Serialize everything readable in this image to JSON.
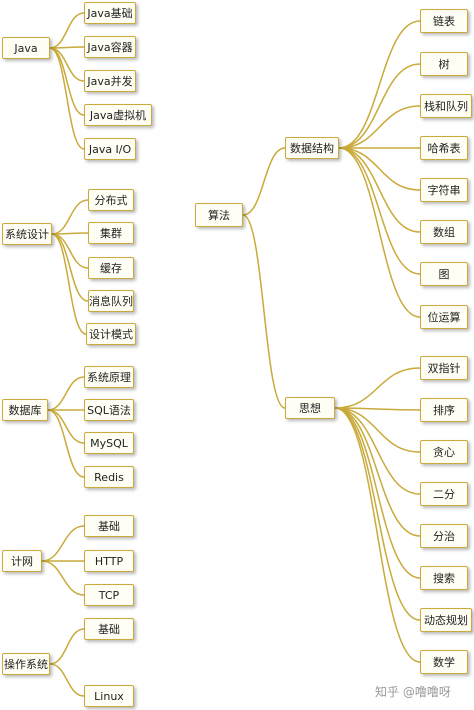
{
  "left_groups": [
    {
      "id": "java",
      "label": "Java",
      "children": [
        "Java基础",
        "Java容器",
        "Java并发",
        "Java虚拟机",
        "Java I/O"
      ]
    },
    {
      "id": "system-design",
      "label": "系统设计",
      "children": [
        "分布式",
        "集群",
        "缓存",
        "消息队列",
        "设计模式"
      ]
    },
    {
      "id": "database",
      "label": "数据库",
      "children": [
        "系统原理",
        "SQL语法",
        "MySQL",
        "Redis"
      ]
    },
    {
      "id": "network",
      "label": "计网",
      "children": [
        "基础",
        "HTTP",
        "TCP"
      ]
    },
    {
      "id": "os",
      "label": "操作系统",
      "children": [
        "基础",
        "Linux"
      ]
    }
  ],
  "right_tree": {
    "root": "算法",
    "groups": [
      {
        "id": "data-structures",
        "label": "数据结构",
        "children": [
          "链表",
          "树",
          "栈和队列",
          "哈希表",
          "字符串",
          "数组",
          "图",
          "位运算"
        ]
      },
      {
        "id": "thinking",
        "label": "思想",
        "children": [
          "双指针",
          "排序",
          "贪心",
          "二分",
          "分治",
          "搜索",
          "动态规划",
          "数学"
        ]
      }
    ]
  },
  "watermark": "知乎 @噜噜呀",
  "colors": {
    "line": "#c9aa3a",
    "node_border": "#c9aa3a",
    "node_fill": "#fffef4"
  }
}
